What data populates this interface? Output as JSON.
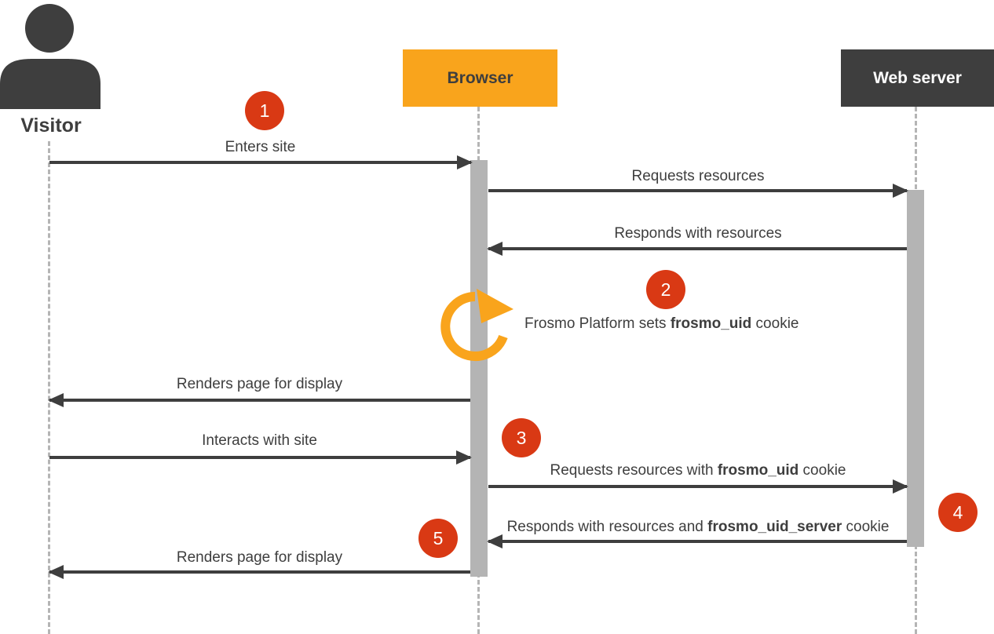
{
  "participants": {
    "visitor": {
      "label": "Visitor",
      "type": "actor"
    },
    "browser": {
      "label": "Browser",
      "type": "component"
    },
    "web_server": {
      "label": "Web server",
      "type": "component"
    }
  },
  "messages": [
    {
      "step": "1",
      "prefix": "Enters site",
      "bold": "",
      "suffix": "",
      "from": "Visitor",
      "to": "Browser"
    },
    {
      "step": "",
      "prefix": "Requests resources",
      "bold": "",
      "suffix": "",
      "from": "Browser",
      "to": "Web server"
    },
    {
      "step": "",
      "prefix": "Responds with resources",
      "bold": "",
      "suffix": "",
      "from": "Web server",
      "to": "Browser"
    },
    {
      "step": "2",
      "prefix": "Frosmo Platform sets ",
      "bold": "frosmo_uid",
      "suffix": " cookie",
      "from": "Browser",
      "to": "Browser"
    },
    {
      "step": "",
      "prefix": "Renders page for display",
      "bold": "",
      "suffix": "",
      "from": "Browser",
      "to": "Visitor"
    },
    {
      "step": "3",
      "prefix": "Interacts with site",
      "bold": "",
      "suffix": "",
      "from": "Visitor",
      "to": "Browser"
    },
    {
      "step": "",
      "prefix": "Requests resources with ",
      "bold": "frosmo_uid",
      "suffix": " cookie",
      "from": "Browser",
      "to": "Web server"
    },
    {
      "step": "4",
      "prefix": "Responds with resources and ",
      "bold": "frosmo_uid_server",
      "suffix": " cookie",
      "from": "Web server",
      "to": "Browser"
    },
    {
      "step": "5",
      "prefix": "Renders page for display",
      "bold": "",
      "suffix": "",
      "from": "Browser",
      "to": "Visitor"
    }
  ],
  "icons": {
    "visitor": "person-icon",
    "frosmo_platform": "refresh-arrow-icon"
  },
  "colors": {
    "accent_orange": "#f9a41c",
    "dark_gray": "#3e3e3e",
    "badge_red": "#d93914",
    "activation_gray": "#b4b4b4",
    "lifeline_gray": "#b5b5b5"
  }
}
